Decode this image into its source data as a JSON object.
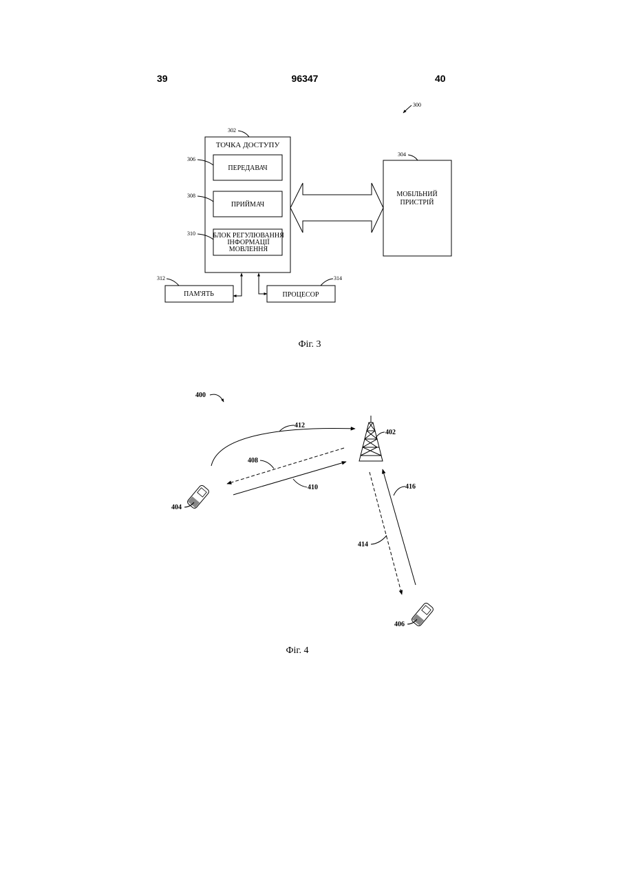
{
  "header": {
    "page_left": "39",
    "patent_number": "96347",
    "page_right": "40"
  },
  "fig3": {
    "ref_figure": "300",
    "access_point": {
      "ref": "302",
      "label": "ТОЧКА ДОСТУПУ"
    },
    "transmitter": {
      "ref": "306",
      "label": "ПЕРЕДАВАЧ"
    },
    "receiver": {
      "ref": "308",
      "label": "ПРИЙМАЧ"
    },
    "broadcast_unit": {
      "ref": "310",
      "lines": [
        "БЛОК РЕГУЛЮВАННЯ",
        "ІНФОРМАЦІЇ",
        "МОВЛЕННЯ"
      ]
    },
    "mobile_device": {
      "ref": "304",
      "lines": [
        "МОБІЛЬНИЙ",
        "ПРИСТРІЙ"
      ]
    },
    "memory": {
      "ref": "312",
      "label": "ПАМ'ЯТЬ"
    },
    "processor": {
      "ref": "314",
      "label": "ПРОЦЕСОР"
    },
    "caption": "Фіг. 3"
  },
  "fig4": {
    "ref_figure": "400",
    "tower_ref": "402",
    "mobile_a_ref": "404",
    "mobile_b_ref": "406",
    "link_408": "408",
    "link_410": "410",
    "link_412": "412",
    "link_414": "414",
    "link_416": "416",
    "caption": "Фіг. 4"
  }
}
